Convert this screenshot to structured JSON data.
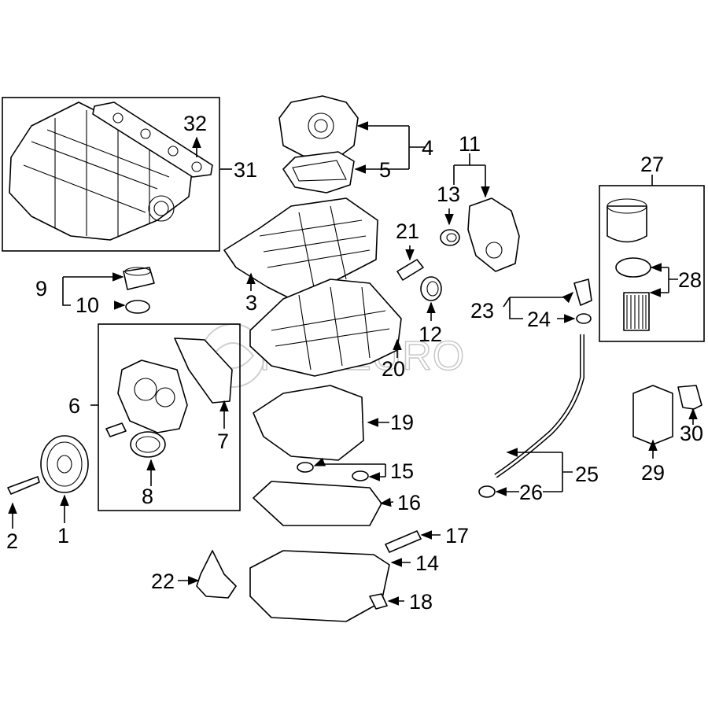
{
  "watermark": "FCPEURO",
  "callouts": {
    "c1": "1",
    "c2": "2",
    "c3": "3",
    "c4": "4",
    "c5": "5",
    "c6": "6",
    "c7": "7",
    "c8": "8",
    "c9": "9",
    "c10": "10",
    "c11": "11",
    "c12": "12",
    "c13": "13",
    "c14": "14",
    "c15": "15",
    "c16": "16",
    "c17": "17",
    "c18": "18",
    "c19": "19",
    "c20": "20",
    "c21": "21",
    "c22": "22",
    "c23": "23",
    "c24": "24",
    "c25": "25",
    "c26": "26",
    "c27": "27",
    "c28": "28",
    "c29": "29",
    "c30": "30",
    "c31": "31",
    "c32": "32"
  }
}
